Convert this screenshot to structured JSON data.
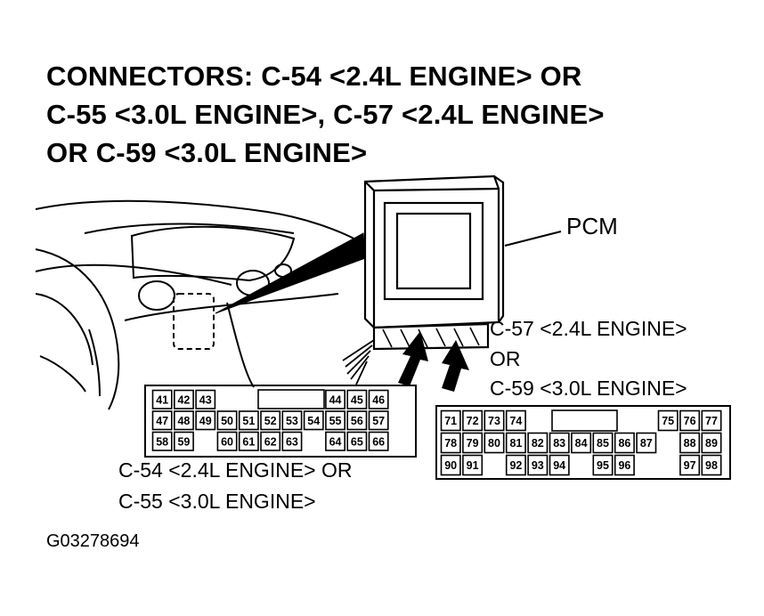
{
  "title_lines": [
    "CONNECTORS: C-54 <2.4L ENGINE> OR",
    "C-55 <3.0L ENGINE>, C-57 <2.4L ENGINE>",
    "OR C-59 <3.0L ENGINE>"
  ],
  "labels": {
    "pcm": "PCM",
    "c57_line1": "C-57 <2.4L ENGINE>",
    "c57_or": "OR",
    "c59_line": "C-59 <3.0L ENGINE>",
    "c54_line1": "C-54 <2.4L ENGINE> OR",
    "c54_line2": "C-55 <3.0L ENGINE>"
  },
  "figure_id": "G03278694",
  "connector_left": {
    "rows": [
      [
        "41",
        "42",
        "43",
        "",
        "",
        "",
        "",
        "",
        "44",
        "45",
        "46"
      ],
      [
        "47",
        "48",
        "49",
        "50",
        "51",
        "52",
        "53",
        "54",
        "55",
        "56",
        "57"
      ],
      [
        "58",
        "59",
        "",
        "60",
        "61",
        "62",
        "63",
        "",
        "64",
        "65",
        "66"
      ]
    ]
  },
  "connector_right": {
    "rows": [
      [
        "71",
        "72",
        "73",
        "74",
        "",
        "",
        "",
        "",
        "",
        "",
        "75",
        "76",
        "77"
      ],
      [
        "78",
        "79",
        "80",
        "81",
        "82",
        "83",
        "84",
        "85",
        "86",
        "87",
        "",
        "88",
        "89"
      ],
      [
        "90",
        "91",
        "",
        "92",
        "93",
        "94",
        "",
        "95",
        "96",
        "",
        "",
        "97",
        "98"
      ]
    ]
  }
}
